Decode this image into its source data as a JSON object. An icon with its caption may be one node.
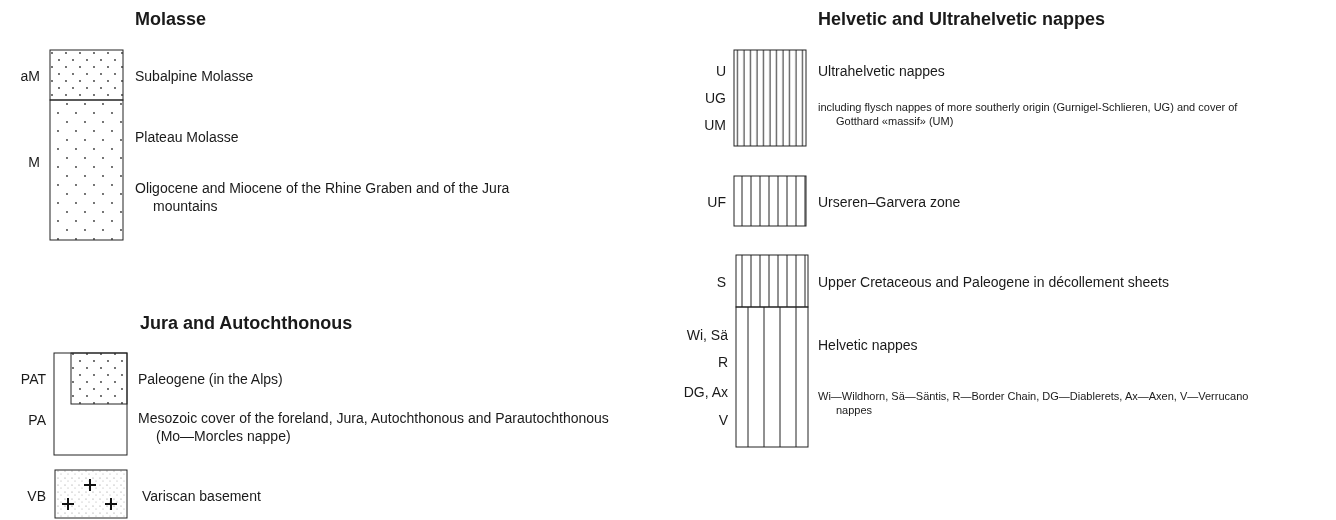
{
  "diagram": {
    "labels": [
      "Molasse",
      "aM",
      "Subalpine Molasse",
      "Plateau Molasse",
      "M",
      "Oligocene and Miocene of the Rhine Graben and of the Jura mountains",
      "Jura and Autochthonous",
      "PAT",
      "Paleogene (in the Alps)",
      "PA",
      "Mesozoic cover of the foreland, Jura, Autochthonous and Parautochthonous (Mo—Morcles nappe)",
      "VB",
      "Variscan basement",
      "Helvetic and Ultrahelvetic nappes",
      "U",
      "Ultrahelvetic nappes",
      "UG",
      "including flysch nappes of more southerly origin (Gurnigel-Schlieren, UG) and cover of Gotthard «massif» (UM)",
      "UM",
      "UF",
      "Urseren–Garvera zone",
      "S",
      "Upper Cretaceous and Paleogene in décollement sheets",
      "Wi, Sä",
      "Helvetic nappes",
      "R",
      "DG, Ax",
      "Wi—Wildhorn, Sä—Säntis, R—Border Chain, DG—Diablerets, Ax—Axen, V—Verrucano nappes",
      "V"
    ]
  }
}
